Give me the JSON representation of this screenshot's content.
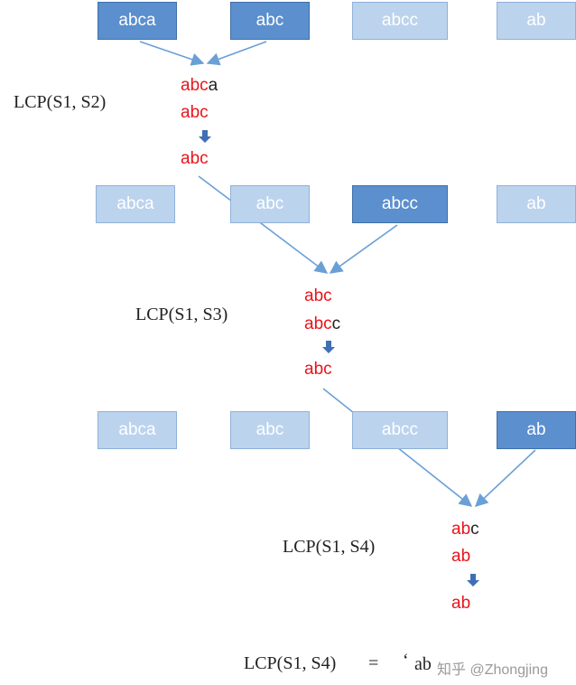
{
  "colors": {
    "active": "#5b8fce",
    "inactive": "#bcd3ee",
    "prefix": "#e8141b",
    "link": "#6aa0d6"
  },
  "rows": [
    {
      "boxes": [
        {
          "label": "abca",
          "active": true
        },
        {
          "label": "abc",
          "active": true
        },
        {
          "label": "abcc",
          "active": false
        },
        {
          "label": "ab",
          "active": false
        }
      ],
      "step_label": "LCP(S1, S2)",
      "lines": [
        {
          "prefix": "abc",
          "rest": "a"
        },
        {
          "prefix": "abc",
          "rest": ""
        }
      ],
      "result": "abc"
    },
    {
      "boxes": [
        {
          "label": "abca",
          "active": false
        },
        {
          "label": "abc",
          "active": false
        },
        {
          "label": "abcc",
          "active": true
        },
        {
          "label": "ab",
          "active": false
        }
      ],
      "step_label": "LCP(S1, S3)",
      "lines": [
        {
          "prefix": "abc",
          "rest": ""
        },
        {
          "prefix": "abc",
          "rest": "c"
        }
      ],
      "result": "abc"
    },
    {
      "boxes": [
        {
          "label": "abca",
          "active": false
        },
        {
          "label": "abc",
          "active": false
        },
        {
          "label": "abcc",
          "active": false
        },
        {
          "label": "ab",
          "active": true
        }
      ],
      "step_label": "LCP(S1, S4)",
      "lines": [
        {
          "prefix": "ab",
          "rest": "c"
        },
        {
          "prefix": "ab",
          "rest": ""
        }
      ],
      "result": "ab"
    }
  ],
  "final": {
    "label": "LCP(S1, S4)",
    "equals": "=",
    "quote": "‘",
    "value": "ab",
    "watermark": "知乎 @Zhongjing"
  }
}
